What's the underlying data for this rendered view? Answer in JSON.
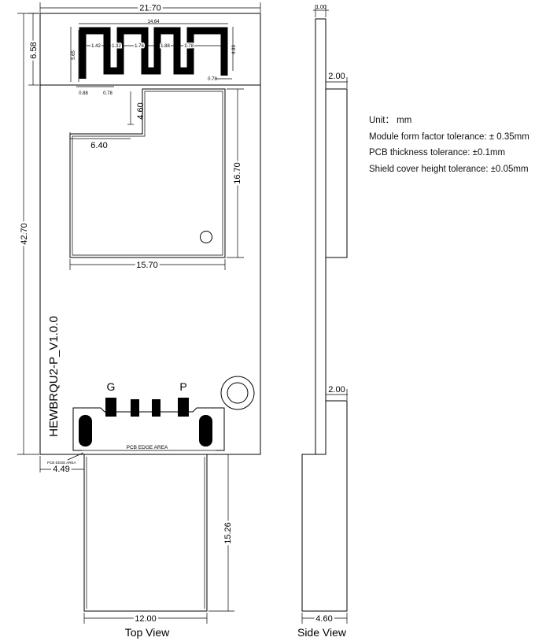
{
  "notes": {
    "unit": "Unit： mm",
    "form_factor": "Module form factor tolerance: ± 0.35mm",
    "pcb_thickness": "PCB thickness tolerance: ±0.1mm",
    "shield_height": "Shield cover height tolerance: ±0.05mm"
  },
  "top_view": {
    "label": "Top View",
    "width": "21.70",
    "height": "42.70",
    "antenna_area_height": "6.58",
    "antenna_width": "14.64",
    "antenna_segments": [
      "1.42",
      "1.32",
      "1.76",
      "1.88",
      "1.78"
    ],
    "antenna_height_left": "5.65",
    "antenna_height_right": "4.93",
    "antenna_bottom": [
      "0.88",
      "0.78",
      "0.78"
    ],
    "shield_offset_vertical": "4.60",
    "shield_offset_horizontal": "6.40",
    "shield_height": "16.70",
    "shield_width": "15.70",
    "silkscreen": "HEWBRQU2-P_V1.0.0",
    "pin_g": "G",
    "pin_p": "P",
    "pcb_edge_area": "PCB EDGE AREA",
    "pcb_edge_area_small": "PCB EDGE AREA",
    "usb_offset": "4.49",
    "usb_length": "15.26",
    "usb_width": "12.00"
  },
  "side_view": {
    "label": "Side View",
    "pcb_thickness": "1.00",
    "shield_height": "2.00",
    "connector_height": "2.00",
    "total_thickness": "4.60"
  }
}
